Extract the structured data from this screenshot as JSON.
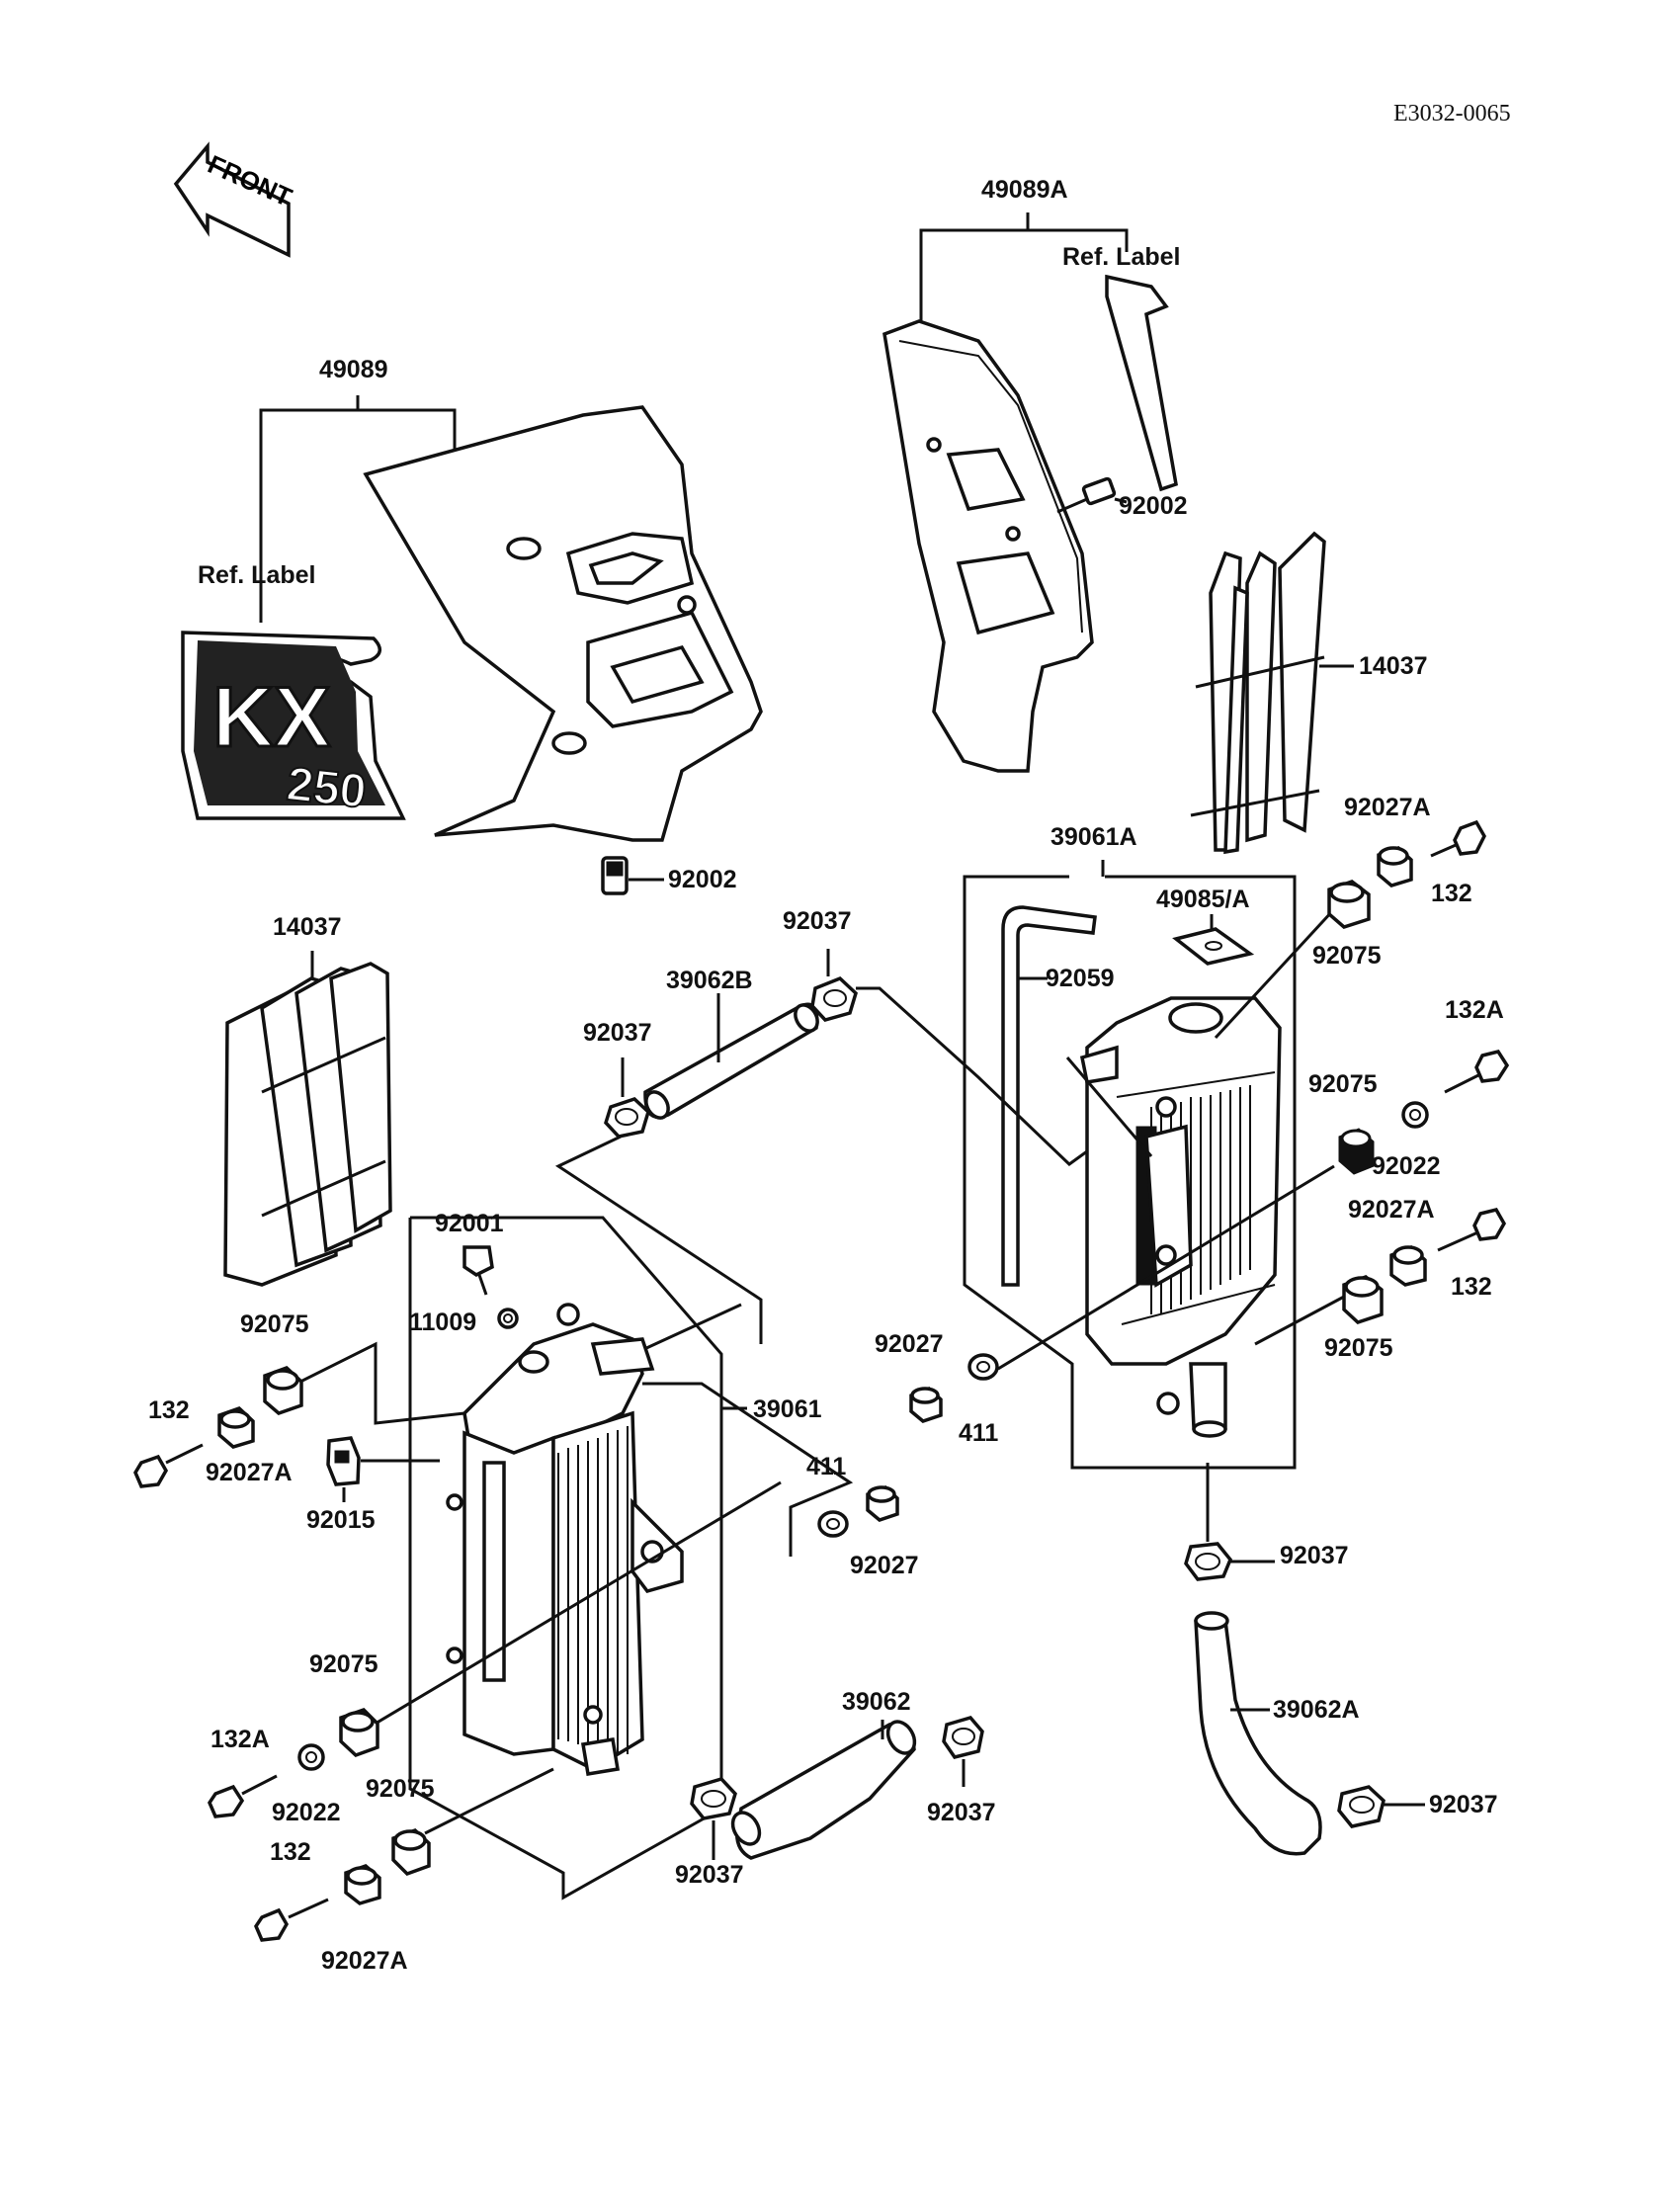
{
  "diagram_code": "E3032-0065",
  "front_label": "FRONT",
  "logo_text": {
    "top": "KX",
    "bottom": "250"
  },
  "labels": {
    "p49089": "49089",
    "ref_label_left": "Ref. Label",
    "p92002_left": "92002",
    "p49089A": "49089A",
    "ref_label_right": "Ref. Label",
    "p92002_right": "92002",
    "p14037_right": "14037",
    "p14037_left": "14037",
    "p39061A": "39061A",
    "p49085A": "49085/A",
    "p92059": "92059",
    "p92027A_r1": "92027A",
    "p132_r1": "132",
    "p92075_r1": "92075",
    "p132A_r": "132A",
    "p92075_r2": "92075",
    "p92022_r": "92022",
    "p92027A_r2": "92027A",
    "p132_r2": "132",
    "p92075_r3": "92075",
    "p92027_r": "92027",
    "p411_r": "411",
    "p92037_r": "92037",
    "p39062A": "39062A",
    "p92037_r2": "92037",
    "p92037_top": "92037",
    "p39062B": "39062B",
    "p92037_mid": "92037",
    "p92001": "92001",
    "p11009": "11009",
    "p39061": "39061",
    "p92075_l1": "92075",
    "p132_l1": "132",
    "p92027A_l1": "92027A",
    "p92015": "92015",
    "p411_l": "411",
    "p92027_l": "92027",
    "p92075_l2": "92075",
    "p132A_l": "132A",
    "p92022_l": "92022",
    "p92075_l3": "92075",
    "p132_l2": "132",
    "p92027A_l2": "92027A",
    "p39062": "39062",
    "p92037_b1": "92037",
    "p92037_b2": "92037"
  }
}
